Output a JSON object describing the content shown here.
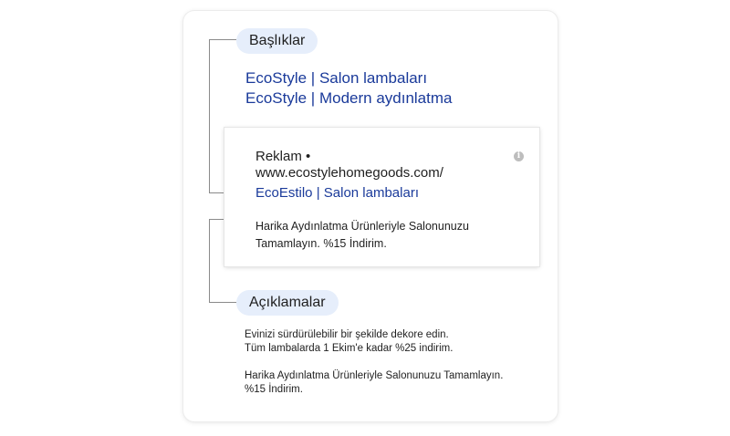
{
  "labels": {
    "headlines": "Başlıklar",
    "descriptions": "Açıklamalar"
  },
  "headlines": [
    "EcoStyle | Salon lambaları",
    "EcoStyle | Modern aydınlatma"
  ],
  "ad": {
    "label": "Reklam •",
    "url": "www.ecostylehomegoods.com/",
    "title": "EcoEstilo | Salon lambaları",
    "description": "Harika Aydınlatma Ürünleriyle Salonunuzu Tamamlayın. %15 İndirim.",
    "info_icon": "i"
  },
  "descriptions": [
    "Evinizi sürdürülebilir bir şekilde dekore edin.",
    "Tüm lambalarda 1 Ekim'e kadar %25 indirim.",
    "Harika Aydınlatma Ürünleriyle Salonunuzu Tamamlayın.",
    "%15 İndirim."
  ],
  "colors": {
    "headline_blue": "#1a3a9a",
    "pill_bg": "#e6eefb"
  }
}
